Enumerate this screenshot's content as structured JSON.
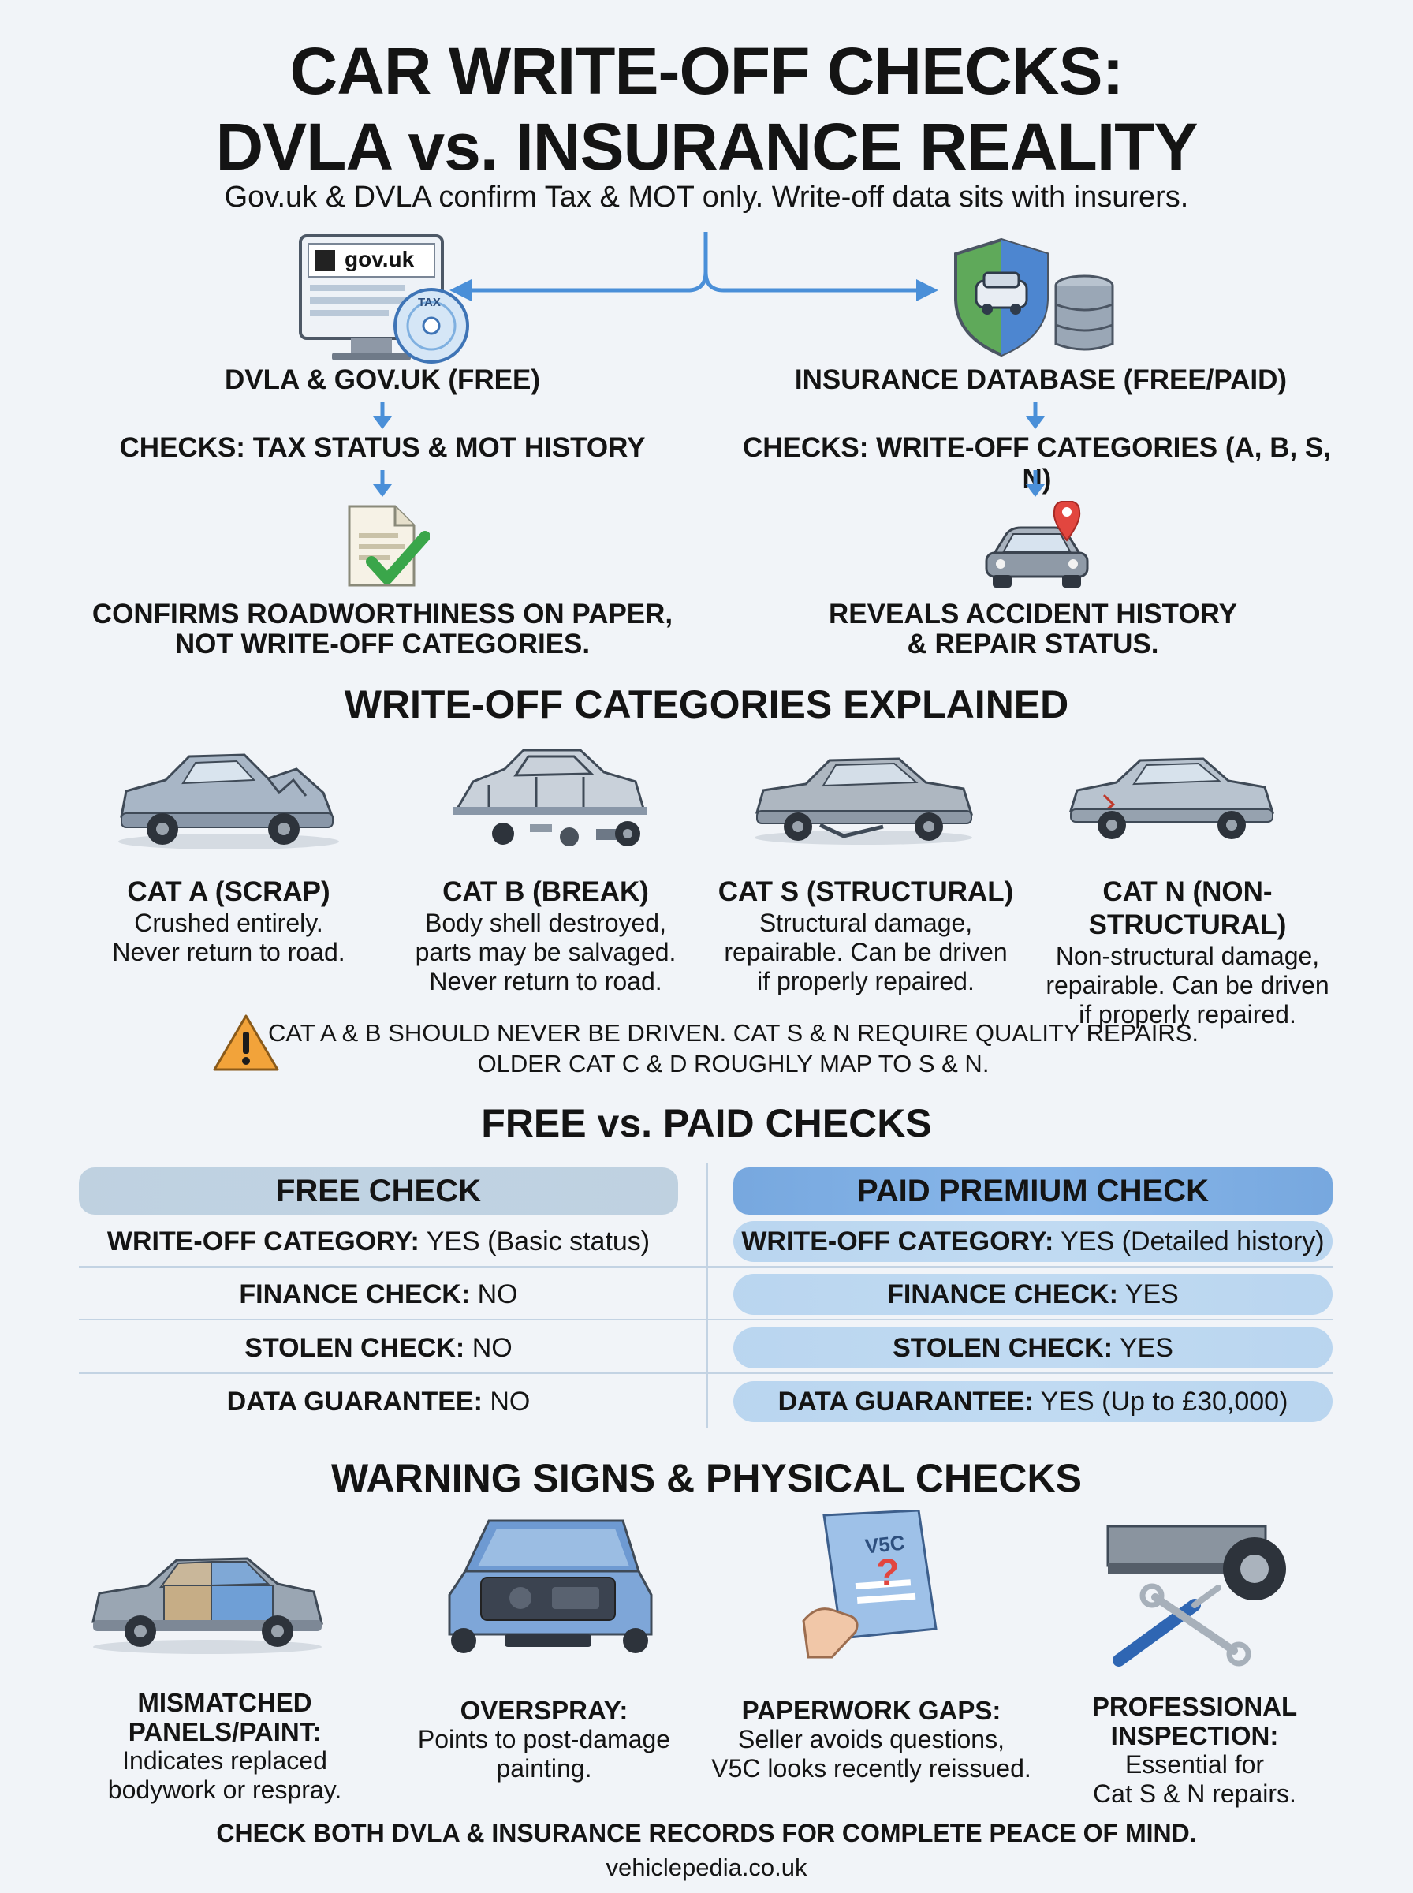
{
  "header": {
    "title_line1": "CAR WRITE-OFF CHECKS:",
    "title_line2": "DVLA vs. INSURANCE REALITY",
    "subtitle": "Gov.uk & DVLA confirm Tax & MOT only. Write-off data sits with insurers."
  },
  "left_column": {
    "badge": "gov.uk",
    "disc_label": "TAX",
    "heading": "DVLA & GOV.UK (FREE)",
    "checks": "CHECKS: TAX STATUS & MOT HISTORY",
    "result_line1": "CONFIRMS ROADWORTHINESS ON PAPER,",
    "result_line2": "NOT WRITE-OFF CATEGORIES."
  },
  "right_column": {
    "heading": "INSURANCE DATABASE (FREE/PAID)",
    "checks": "CHECKS: WRITE-OFF CATEGORIES (A, B, S, N)",
    "result_line1": "REVEALS ACCIDENT HISTORY",
    "result_line2": "& REPAIR STATUS."
  },
  "categories": {
    "title": "WRITE-OFF CATEGORIES EXPLAINED",
    "items": [
      {
        "title": "CAT A (SCRAP)",
        "desc": [
          "Crushed entirely.",
          "Never return to road."
        ]
      },
      {
        "title": "CAT B (BREAK)",
        "desc": [
          "Body shell destroyed,",
          "parts may be salvaged.",
          "Never return to road."
        ]
      },
      {
        "title": "CAT S (STRUCTURAL)",
        "desc": [
          "Structural damage,",
          "repairable. Can be driven",
          "if properly repaired."
        ]
      },
      {
        "title": "CAT N (NON-STRUCTURAL)",
        "desc": [
          "Non-structural damage,",
          "repairable. Can be driven",
          "if properly repaired."
        ]
      }
    ],
    "warning_line1": "CAT A & B SHOULD NEVER BE DRIVEN. CAT S & N REQUIRE QUALITY REPAIRS.",
    "warning_line2": "OLDER CAT C & D ROUGHLY MAP TO S & N."
  },
  "comparison": {
    "title": "FREE vs. PAID CHECKS",
    "free_header": "FREE CHECK",
    "paid_header": "PAID PREMIUM CHECK",
    "rows": [
      {
        "label": "WRITE-OFF CATEGORY:",
        "free": "YES (Basic status)",
        "paid": "YES (Detailed history)"
      },
      {
        "label": "FINANCE CHECK:",
        "free": "NO",
        "paid": "YES"
      },
      {
        "label": "STOLEN CHECK:",
        "free": "NO",
        "paid": "YES"
      },
      {
        "label": "DATA GUARANTEE:",
        "free": "NO",
        "paid": "YES (Up to £30,000)"
      }
    ]
  },
  "warning_signs": {
    "title": "WARNING SIGNS & PHYSICAL CHECKS",
    "doc_label": "V5C",
    "items": [
      {
        "title": [
          "MISMATCHED",
          "PANELS/PAINT:"
        ],
        "desc": [
          "Indicates replaced",
          "bodywork or respray."
        ]
      },
      {
        "title": [
          "OVERSPRAY:"
        ],
        "desc": [
          "Points to post-damage",
          "painting."
        ]
      },
      {
        "title": [
          "PAPERWORK GAPS:"
        ],
        "desc": [
          "Seller avoids questions,",
          "V5C looks recently reissued."
        ]
      },
      {
        "title": [
          "PROFESSIONAL",
          "INSPECTION:"
        ],
        "desc": [
          "Essential for",
          "Cat S & N repairs."
        ]
      }
    ]
  },
  "footer": {
    "main": "CHECK BOTH DVLA & INSURANCE RECORDS FOR COMPLETE PEACE OF MIND.",
    "url": "vehiclepedia.co.uk"
  },
  "colors": {
    "accent_blue": "#4a8fd8",
    "check_green": "#3aa64a",
    "warn_orange": "#f2a33a",
    "pin_red": "#e2463f"
  }
}
